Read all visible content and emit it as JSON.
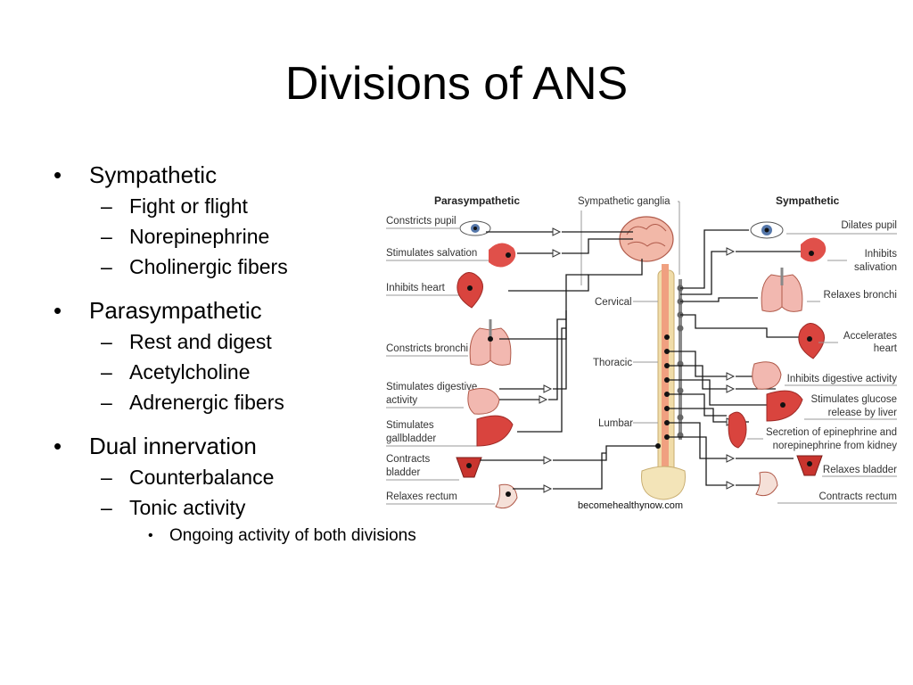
{
  "title": "Divisions of ANS",
  "bullets": {
    "sympathetic": {
      "label": "Sympathetic",
      "items": [
        "Fight or flight",
        "Norepinephrine",
        "Cholinergic fibers"
      ]
    },
    "parasympathetic": {
      "label": "Parasympathetic",
      "items": [
        "Rest and digest",
        "Acetylcholine",
        "Adrenergic fibers"
      ]
    },
    "dual": {
      "label": "Dual innervation",
      "items": [
        "Counterbalance",
        "Tonic activity"
      ],
      "subitem": "Ongoing activity of both divisions"
    }
  },
  "diagram": {
    "headers": {
      "parasympathetic": "Parasympathetic",
      "ganglia": "Sympathetic ganglia",
      "sympathetic": "Sympathetic"
    },
    "regions": {
      "cervical": "Cervical",
      "thoracic": "Thoracic",
      "lumbar": "Lumbar"
    },
    "left_labels": {
      "pupil": "Constricts pupil",
      "salivation": "Stimulates salvation",
      "heart": "Inhibits heart",
      "bronchi": "Constricts bronchi",
      "digestive_1": "Stimulates digestive",
      "digestive_2": "activity",
      "gallbladder_1": "Stimulates",
      "gallbladder_2": "gallbladder",
      "bladder_1": "Contracts",
      "bladder_2": "bladder",
      "rectum": "Relaxes rectum"
    },
    "right_labels": {
      "pupil": "Dilates pupil",
      "salivation_1": "Inhibits",
      "salivation_2": "salivation",
      "bronchi": "Relaxes bronchi",
      "heart_1": "Accelerates",
      "heart_2": "heart",
      "digestive": "Inhibits digestive activity",
      "glucose_1": "Stimulates glucose",
      "glucose_2": "release by liver",
      "kidney_1": "Secretion of epinephrine and",
      "kidney_2": "norepinephrine from kidney",
      "bladder": "Relaxes bladder",
      "rectum": "Contracts rectum"
    },
    "credit": "becomehealthynow.com",
    "colors": {
      "organ": "#e0504a",
      "organ_dark": "#9e2a26",
      "spine": "#f0dca8",
      "cord": "#f0a080",
      "ganglia": "#8a8a8a"
    }
  }
}
